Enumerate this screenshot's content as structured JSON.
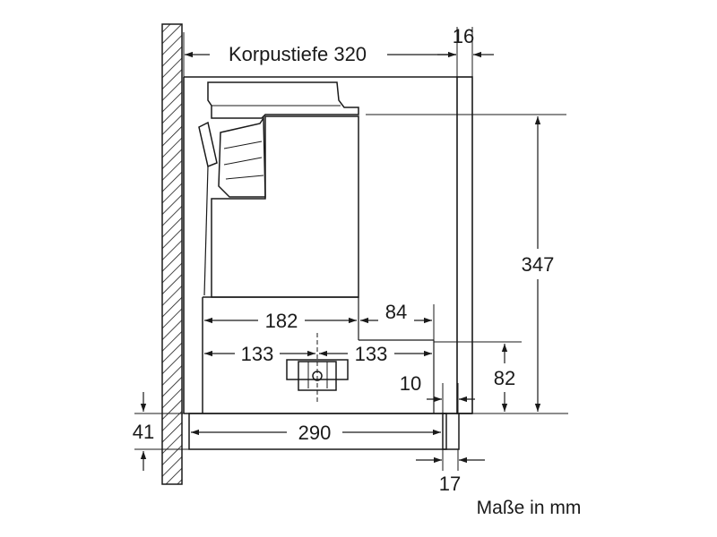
{
  "diagram": {
    "labels": {
      "depth": "Korpustiefe 320",
      "sixteen": "16",
      "height": "347",
      "d182": "182",
      "d84": "84",
      "d133_left": "133",
      "d133_right": "133",
      "d82": "82",
      "d10": "10",
      "d41": "41",
      "d290": "290",
      "d17": "17",
      "units": "Maße in mm"
    },
    "colors": {
      "line": "#1a1a1a",
      "background": "#ffffff"
    }
  }
}
